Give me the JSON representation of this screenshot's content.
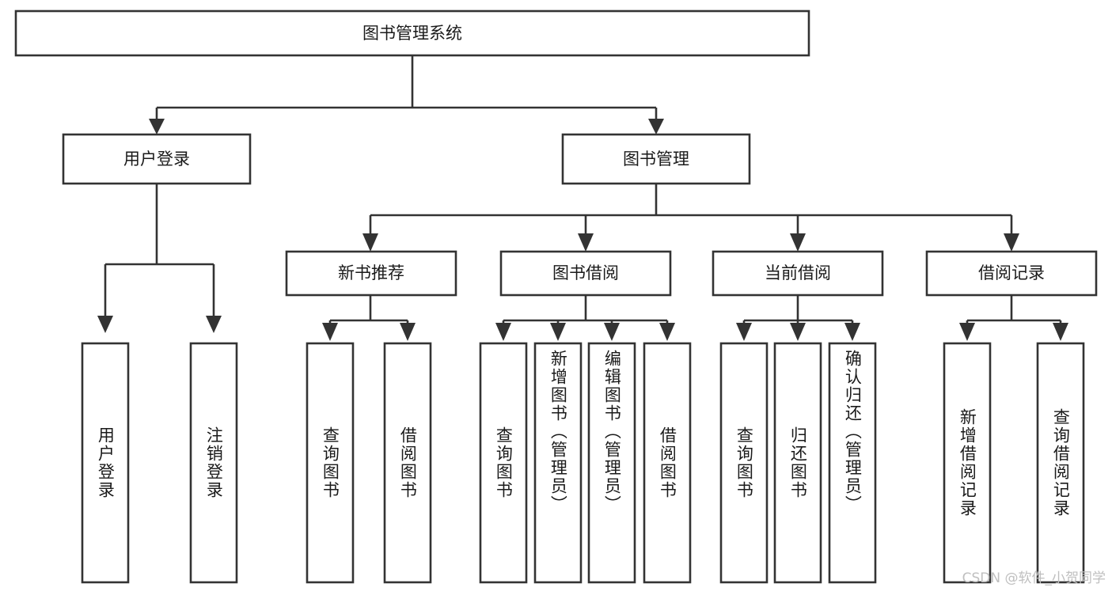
{
  "diagram": {
    "title": "图书管理系统",
    "type": "tree-hierarchy",
    "orientation": "top-down",
    "colors": {
      "box_fill": "#ffffff",
      "box_stroke": "#333333",
      "text": "#1a1a1a",
      "watermark": "#bfbfbf",
      "background": "#ffffff"
    },
    "root": {
      "label": "图书管理系统",
      "orientation": "horizontal"
    },
    "level2": [
      {
        "label": "用户登录",
        "orientation": "horizontal"
      },
      {
        "label": "图书管理",
        "orientation": "horizontal"
      }
    ],
    "level3": [
      {
        "label": "新书推荐",
        "orientation": "horizontal"
      },
      {
        "label": "图书借阅",
        "orientation": "horizontal"
      },
      {
        "label": "当前借阅",
        "orientation": "horizontal"
      },
      {
        "label": "借阅记录",
        "orientation": "horizontal"
      }
    ],
    "leaves": {
      "user_login": [
        {
          "label": "用户登录",
          "orientation": "vertical"
        },
        {
          "label": "注销登录",
          "orientation": "vertical"
        }
      ],
      "new_book_recommend": [
        {
          "label": "查询图书",
          "orientation": "vertical"
        },
        {
          "label": "借阅图书",
          "orientation": "vertical"
        }
      ],
      "book_borrow": [
        {
          "label": "查询图书",
          "orientation": "vertical"
        },
        {
          "label": "新增图书（管理员）",
          "orientation": "vertical"
        },
        {
          "label": "编辑图书（管理员）",
          "orientation": "vertical"
        },
        {
          "label": "借阅图书",
          "orientation": "vertical"
        }
      ],
      "current_borrow": [
        {
          "label": "查询图书",
          "orientation": "vertical"
        },
        {
          "label": "归还图书",
          "orientation": "vertical"
        },
        {
          "label": "确认归还（管理员）",
          "orientation": "vertical"
        }
      ],
      "borrow_record": [
        {
          "label": "新增借阅记录",
          "orientation": "vertical"
        },
        {
          "label": "查询借阅记录",
          "orientation": "vertical"
        }
      ]
    }
  },
  "watermark": {
    "text": "CSDN @软件_小贺同学"
  }
}
